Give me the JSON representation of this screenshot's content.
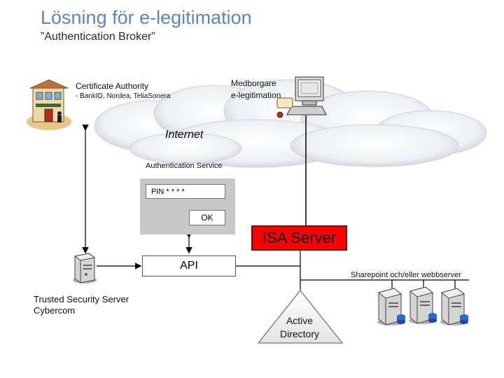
{
  "title": "Lösning för e-legitimation",
  "subtitle": "”Authentication Broker”",
  "certificate_authority": {
    "label": "Certificate Authority",
    "providers": "- BankID, Nordea, TeliaSonera"
  },
  "citizen": {
    "line1": "Medborgare",
    "line2": "e-legitimation"
  },
  "internet_label": "Internet",
  "auth_service": {
    "label": "Authentication Service",
    "pin_value": "PIN * * * *",
    "ok_label": "OK"
  },
  "isa_server": "ISA Server",
  "api_label": "API",
  "trusted_server": {
    "line1": "Trusted Security Server",
    "line2": "Cybercom"
  },
  "sharepoint_label": "Sharepoint och/eller webbserver",
  "active_directory": {
    "line1": "Active",
    "line2": "Directory"
  },
  "colors": {
    "title": "#5b87c0",
    "isa_fill": "#ff0000",
    "panel": "#c8c8c8"
  }
}
